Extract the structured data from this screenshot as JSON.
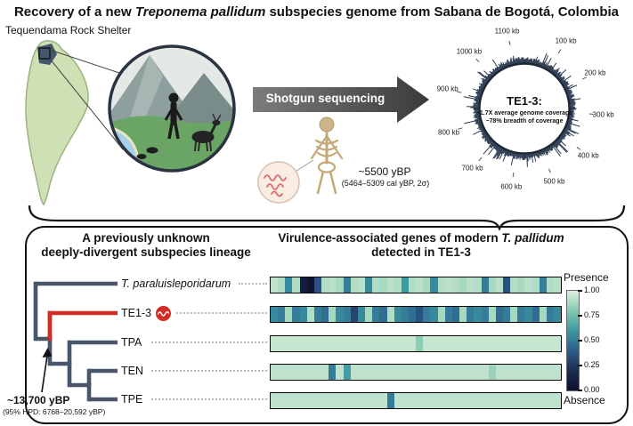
{
  "title": {
    "prefix": "Recovery of a new ",
    "italic": "Treponema pallidum",
    "suffix": " subspecies genome from Sabana de Bogotá, Colombia"
  },
  "top": {
    "site_label": "Tequendama Rock Shelter",
    "arrow_label": "Shotgun sequencing",
    "specimen": {
      "age": "~5500 yBP",
      "age_detail": "(5464–5309 cal yBP, 2σ)"
    },
    "genome_plot": {
      "center_title": "TE1-3:",
      "coverage_line1": "~1.7X average genome coverage",
      "coverage_line2": "~78% breadth of coverage",
      "genome_length_kb": 1140,
      "tick_labels": [
        "100 kb",
        "200 kb",
        "300 kb",
        "400 kb",
        "500 kb",
        "600 kb",
        "700 kb",
        "800 kb",
        "900 kb",
        "1000 kb",
        "1100 kb"
      ]
    }
  },
  "bottom": {
    "tree_heading": {
      "line1": "A previously unknown",
      "line2": "deeply-divergent subspecies lineage"
    },
    "heatmap_heading": {
      "prefix": "Virulence-associated genes of modern ",
      "italic": "T. pallidum",
      "line2": "detected in TE1-3"
    },
    "node_annotation": {
      "age": "~13,700 yBP",
      "detail": "(95% HPD: 6768–20,592 yBP)"
    },
    "taxa": [
      "T. paraluisleporidarum",
      "TE1-3",
      "TPA",
      "TEN",
      "TPE"
    ],
    "legend": {
      "top_label": "Presence",
      "bottom_label": "Absence",
      "ticks": [
        "1.00",
        "0.75",
        "0.50",
        "0.25",
        "0.00"
      ]
    }
  },
  "colors": {
    "accent_red": "#d32b25",
    "tree_branch": "#47566b",
    "heatmap_scale_low_to_high": [
      "#0d1030",
      "#1c2d54",
      "#2c5e8e",
      "#3b99a1",
      "#83c9ae",
      "#def0de"
    ]
  },
  "chart_data": {
    "type": "heatmap",
    "title": "Virulence-associated genes of modern T. pallidum detected in TE1-3",
    "rows": [
      "T. paraluisleporidarum",
      "TE1-3",
      "TPA",
      "TEN",
      "TPE"
    ],
    "value_range": [
      0,
      1
    ],
    "colorbar": {
      "top": "Presence",
      "bottom": "Absence",
      "ticks": [
        1.0,
        0.75,
        0.5,
        0.25,
        0.0
      ]
    },
    "series": [
      {
        "name": "T. paraluisleporidarum",
        "values": [
          0.93,
          0.9,
          0.55,
          0.9,
          0.08,
          0.02,
          0.35,
          0.9,
          0.92,
          0.88,
          0.5,
          0.9,
          0.92,
          0.55,
          0.9,
          0.88,
          0.92,
          0.9,
          0.6,
          0.9,
          0.92,
          0.88,
          0.55,
          0.9,
          0.92,
          0.9,
          0.88,
          0.92,
          0.9,
          0.5,
          0.88,
          0.92,
          0.35,
          0.9,
          0.88,
          0.92,
          0.9,
          0.52,
          0.9,
          0.92
        ]
      },
      {
        "name": "TE1-3",
        "values": [
          0.55,
          0.5,
          0.88,
          0.5,
          0.55,
          0.9,
          0.5,
          0.45,
          0.88,
          0.55,
          0.5,
          0.3,
          0.55,
          0.88,
          0.5,
          0.45,
          0.9,
          0.55,
          0.5,
          0.45,
          0.35,
          0.5,
          0.55,
          0.88,
          0.5,
          0.45,
          0.88,
          0.5,
          0.55,
          0.5,
          0.88,
          0.45,
          0.5,
          0.88,
          0.5,
          0.55,
          0.45,
          0.88,
          0.5,
          0.55
        ]
      },
      {
        "name": "TPA",
        "values": [
          0.95,
          0.95,
          0.95,
          0.95,
          0.95,
          0.95,
          0.95,
          0.95,
          0.95,
          0.95,
          0.95,
          0.95,
          0.95,
          0.95,
          0.95,
          0.95,
          0.95,
          0.95,
          0.95,
          0.95,
          0.82,
          0.95,
          0.95,
          0.95,
          0.95,
          0.95,
          0.95,
          0.95,
          0.95,
          0.95,
          0.95,
          0.95,
          0.95,
          0.95,
          0.95,
          0.95,
          0.95,
          0.95,
          0.95,
          0.95
        ]
      },
      {
        "name": "TEN",
        "values": [
          0.93,
          0.93,
          0.93,
          0.93,
          0.93,
          0.93,
          0.93,
          0.93,
          0.5,
          0.93,
          0.62,
          0.93,
          0.93,
          0.93,
          0.93,
          0.93,
          0.93,
          0.93,
          0.93,
          0.93,
          0.93,
          0.93,
          0.93,
          0.93,
          0.93,
          0.93,
          0.93,
          0.93,
          0.93,
          0.93,
          0.85,
          0.93,
          0.93,
          0.93,
          0.93,
          0.93,
          0.93,
          0.93,
          0.93,
          0.93
        ]
      },
      {
        "name": "TPE",
        "values": [
          0.93,
          0.93,
          0.93,
          0.93,
          0.93,
          0.93,
          0.93,
          0.93,
          0.93,
          0.93,
          0.93,
          0.93,
          0.93,
          0.93,
          0.93,
          0.93,
          0.5,
          0.93,
          0.93,
          0.93,
          0.93,
          0.93,
          0.93,
          0.93,
          0.93,
          0.93,
          0.93,
          0.93,
          0.93,
          0.93,
          0.93,
          0.93,
          0.93,
          0.93,
          0.93,
          0.93,
          0.93,
          0.93,
          0.93,
          0.93
        ]
      }
    ]
  }
}
